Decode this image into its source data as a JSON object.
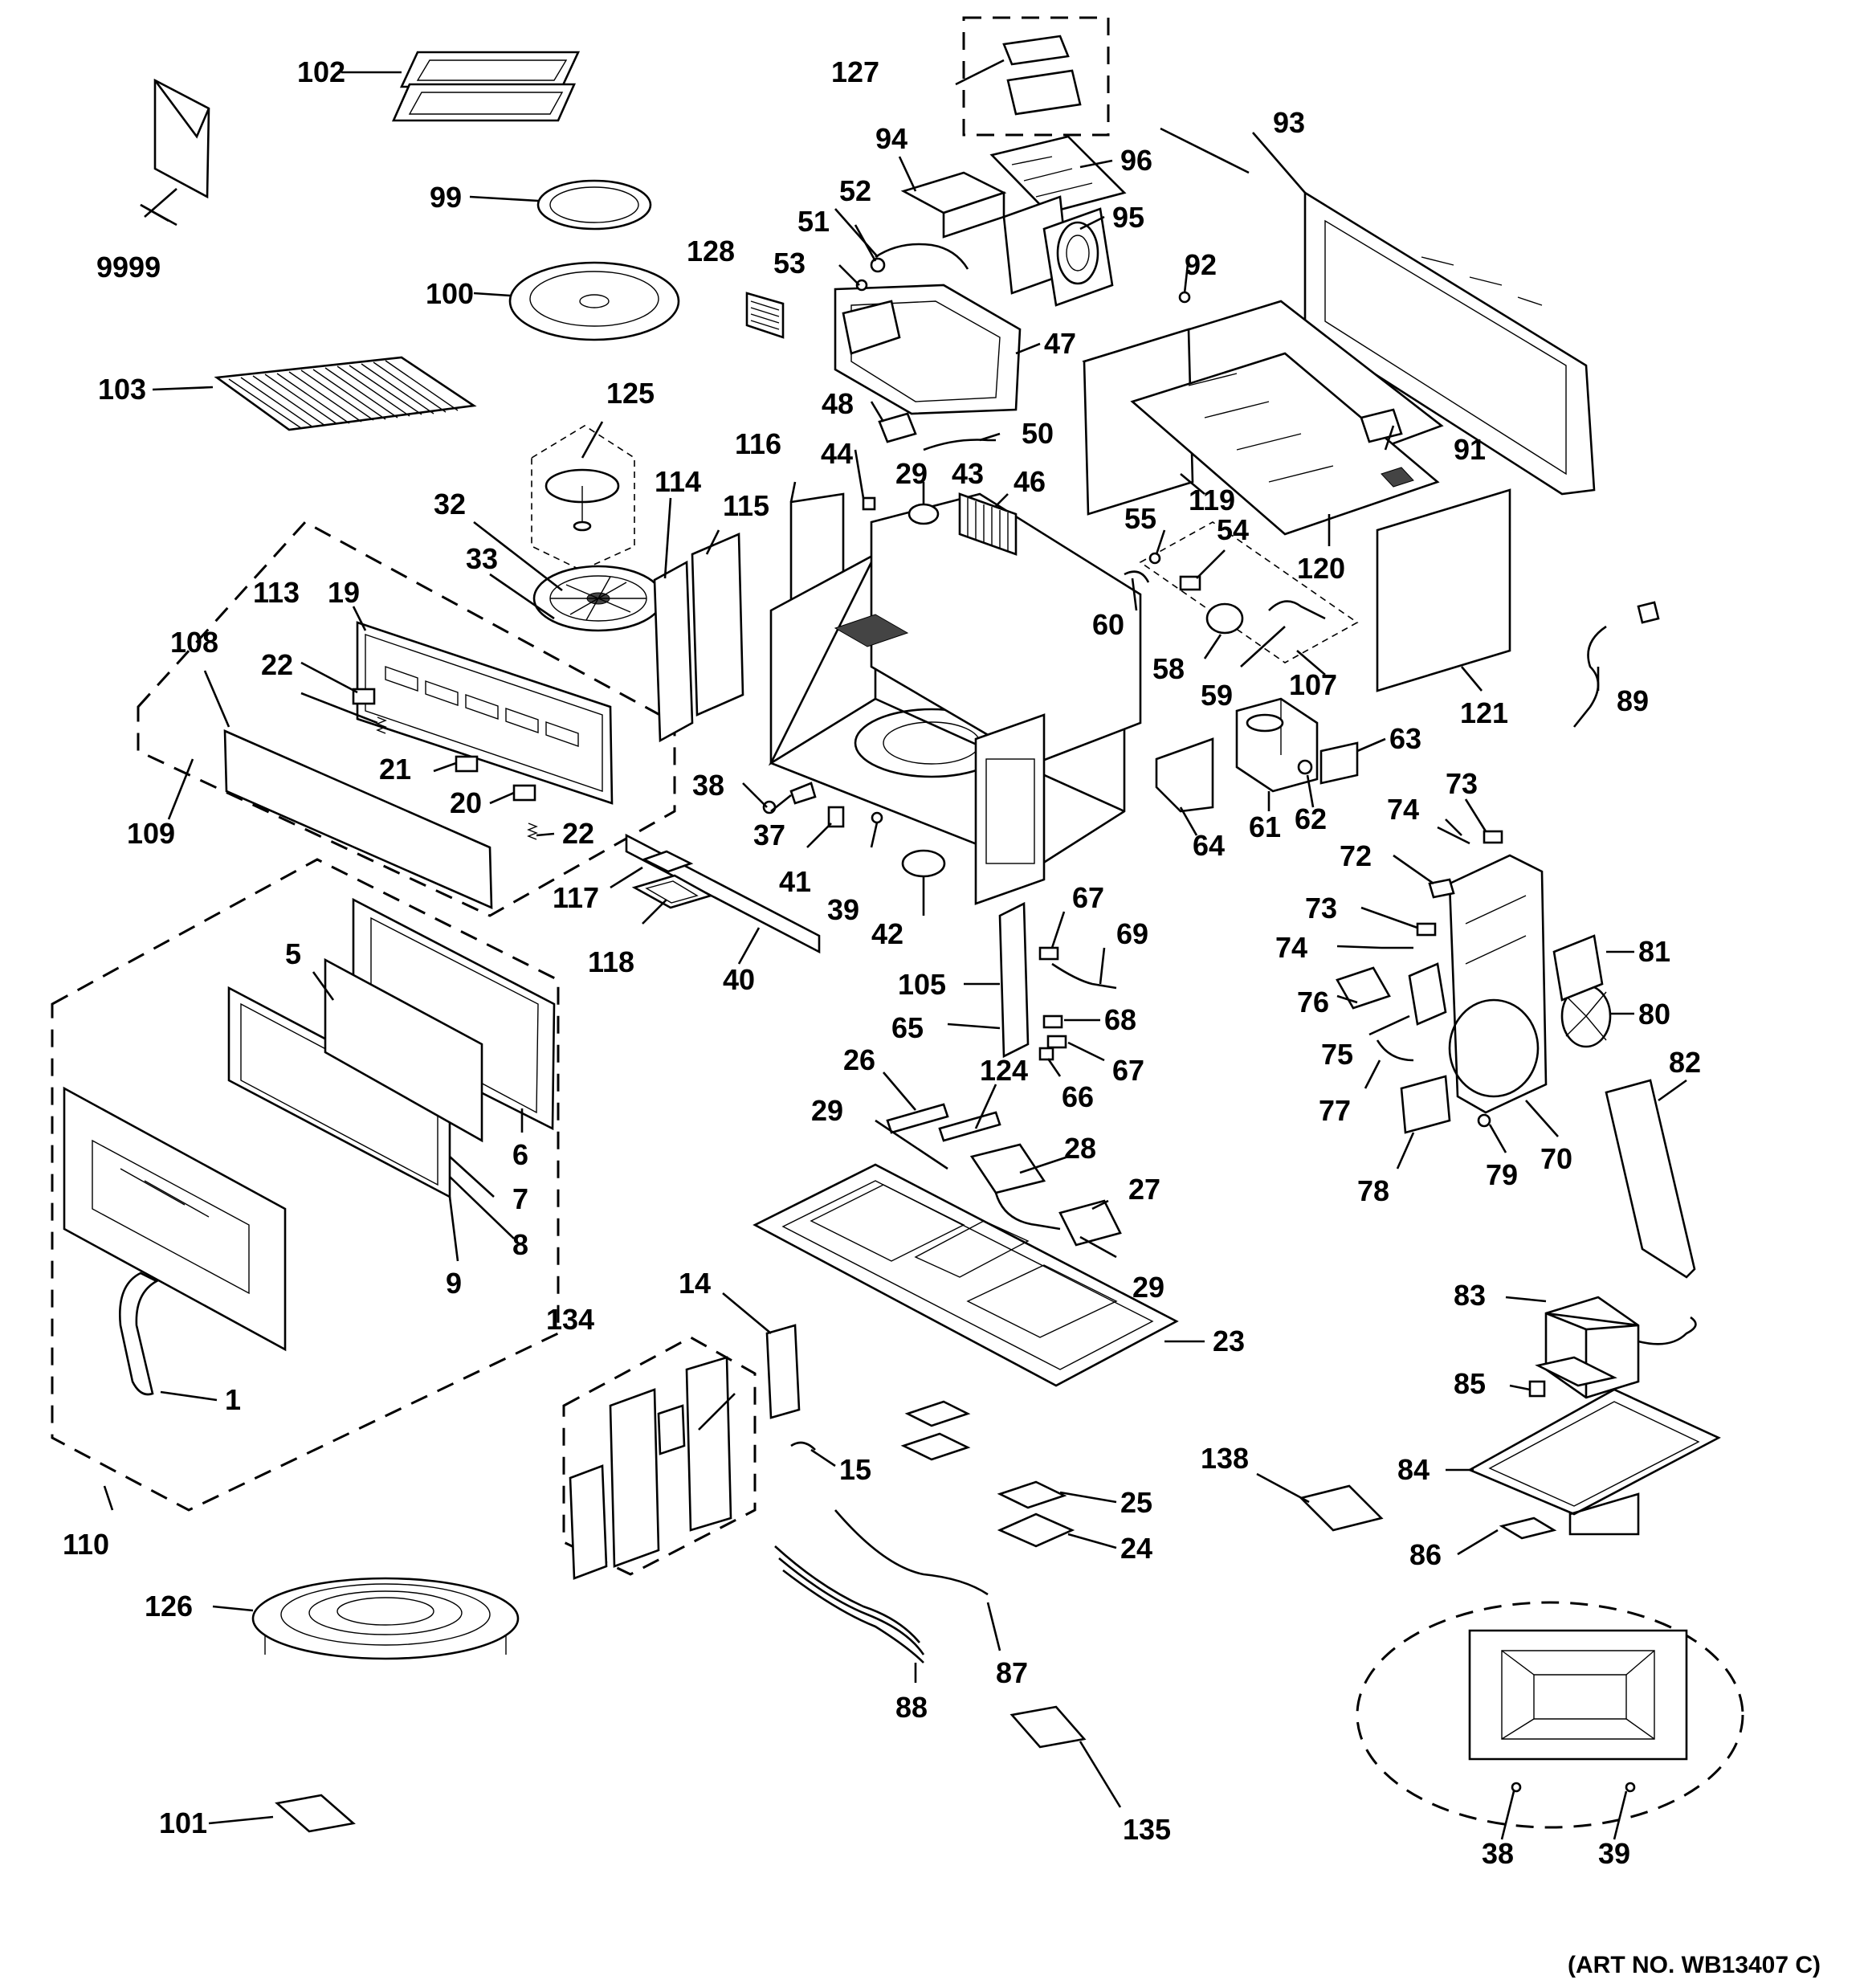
{
  "art_number": "(ART NO. WB13407 C)",
  "callouts": {
    "c1": "1",
    "c5": "5",
    "c6": "6",
    "c7": "7",
    "c8": "8",
    "c9": "9",
    "c14": "14",
    "c15": "15",
    "c19": "19",
    "c20": "20",
    "c21": "21",
    "c22a": "22",
    "c22b": "22",
    "c23": "23",
    "c24": "24",
    "c25": "25",
    "c26": "26",
    "c27": "27",
    "c28": "28",
    "c29a": "29",
    "c29b": "29",
    "c29c": "29",
    "c32": "32",
    "c33": "33",
    "c37": "37",
    "c38a": "38",
    "c38b": "38",
    "c39a": "39",
    "c39b": "39",
    "c40": "40",
    "c41": "41",
    "c42": "42",
    "c43": "43",
    "c44": "44",
    "c46": "46",
    "c47": "47",
    "c48": "48",
    "c50": "50",
    "c51": "51",
    "c52": "52",
    "c53": "53",
    "c54": "54",
    "c55": "55",
    "c58": "58",
    "c59": "59",
    "c60": "60",
    "c61": "61",
    "c62": "62",
    "c63": "63",
    "c64": "64",
    "c65": "65",
    "c66": "66",
    "c67a": "67",
    "c67b": "67",
    "c68": "68",
    "c69": "69",
    "c70": "70",
    "c72": "72",
    "c73a": "73",
    "c73b": "73",
    "c74a": "74",
    "c74b": "74",
    "c75": "75",
    "c76": "76",
    "c77": "77",
    "c78": "78",
    "c79": "79",
    "c80": "80",
    "c81": "81",
    "c82": "82",
    "c83": "83",
    "c84": "84",
    "c85": "85",
    "c86": "86",
    "c87": "87",
    "c88": "88",
    "c89": "89",
    "c91": "91",
    "c92": "92",
    "c93": "93",
    "c94": "94",
    "c95": "95",
    "c96": "96",
    "c99": "99",
    "c100": "100",
    "c101": "101",
    "c102": "102",
    "c103": "103",
    "c105": "105",
    "c107": "107",
    "c108": "108",
    "c109": "109",
    "c110": "110",
    "c113": "113",
    "c114": "114",
    "c115": "115",
    "c116": "116",
    "c117": "117",
    "c118": "118",
    "c119": "119",
    "c120": "120",
    "c121": "121",
    "c124": "124",
    "c125": "125",
    "c126": "126",
    "c127": "127",
    "c128": "128",
    "c134": "134",
    "c135": "135",
    "c138": "138",
    "c9999": "9999"
  }
}
